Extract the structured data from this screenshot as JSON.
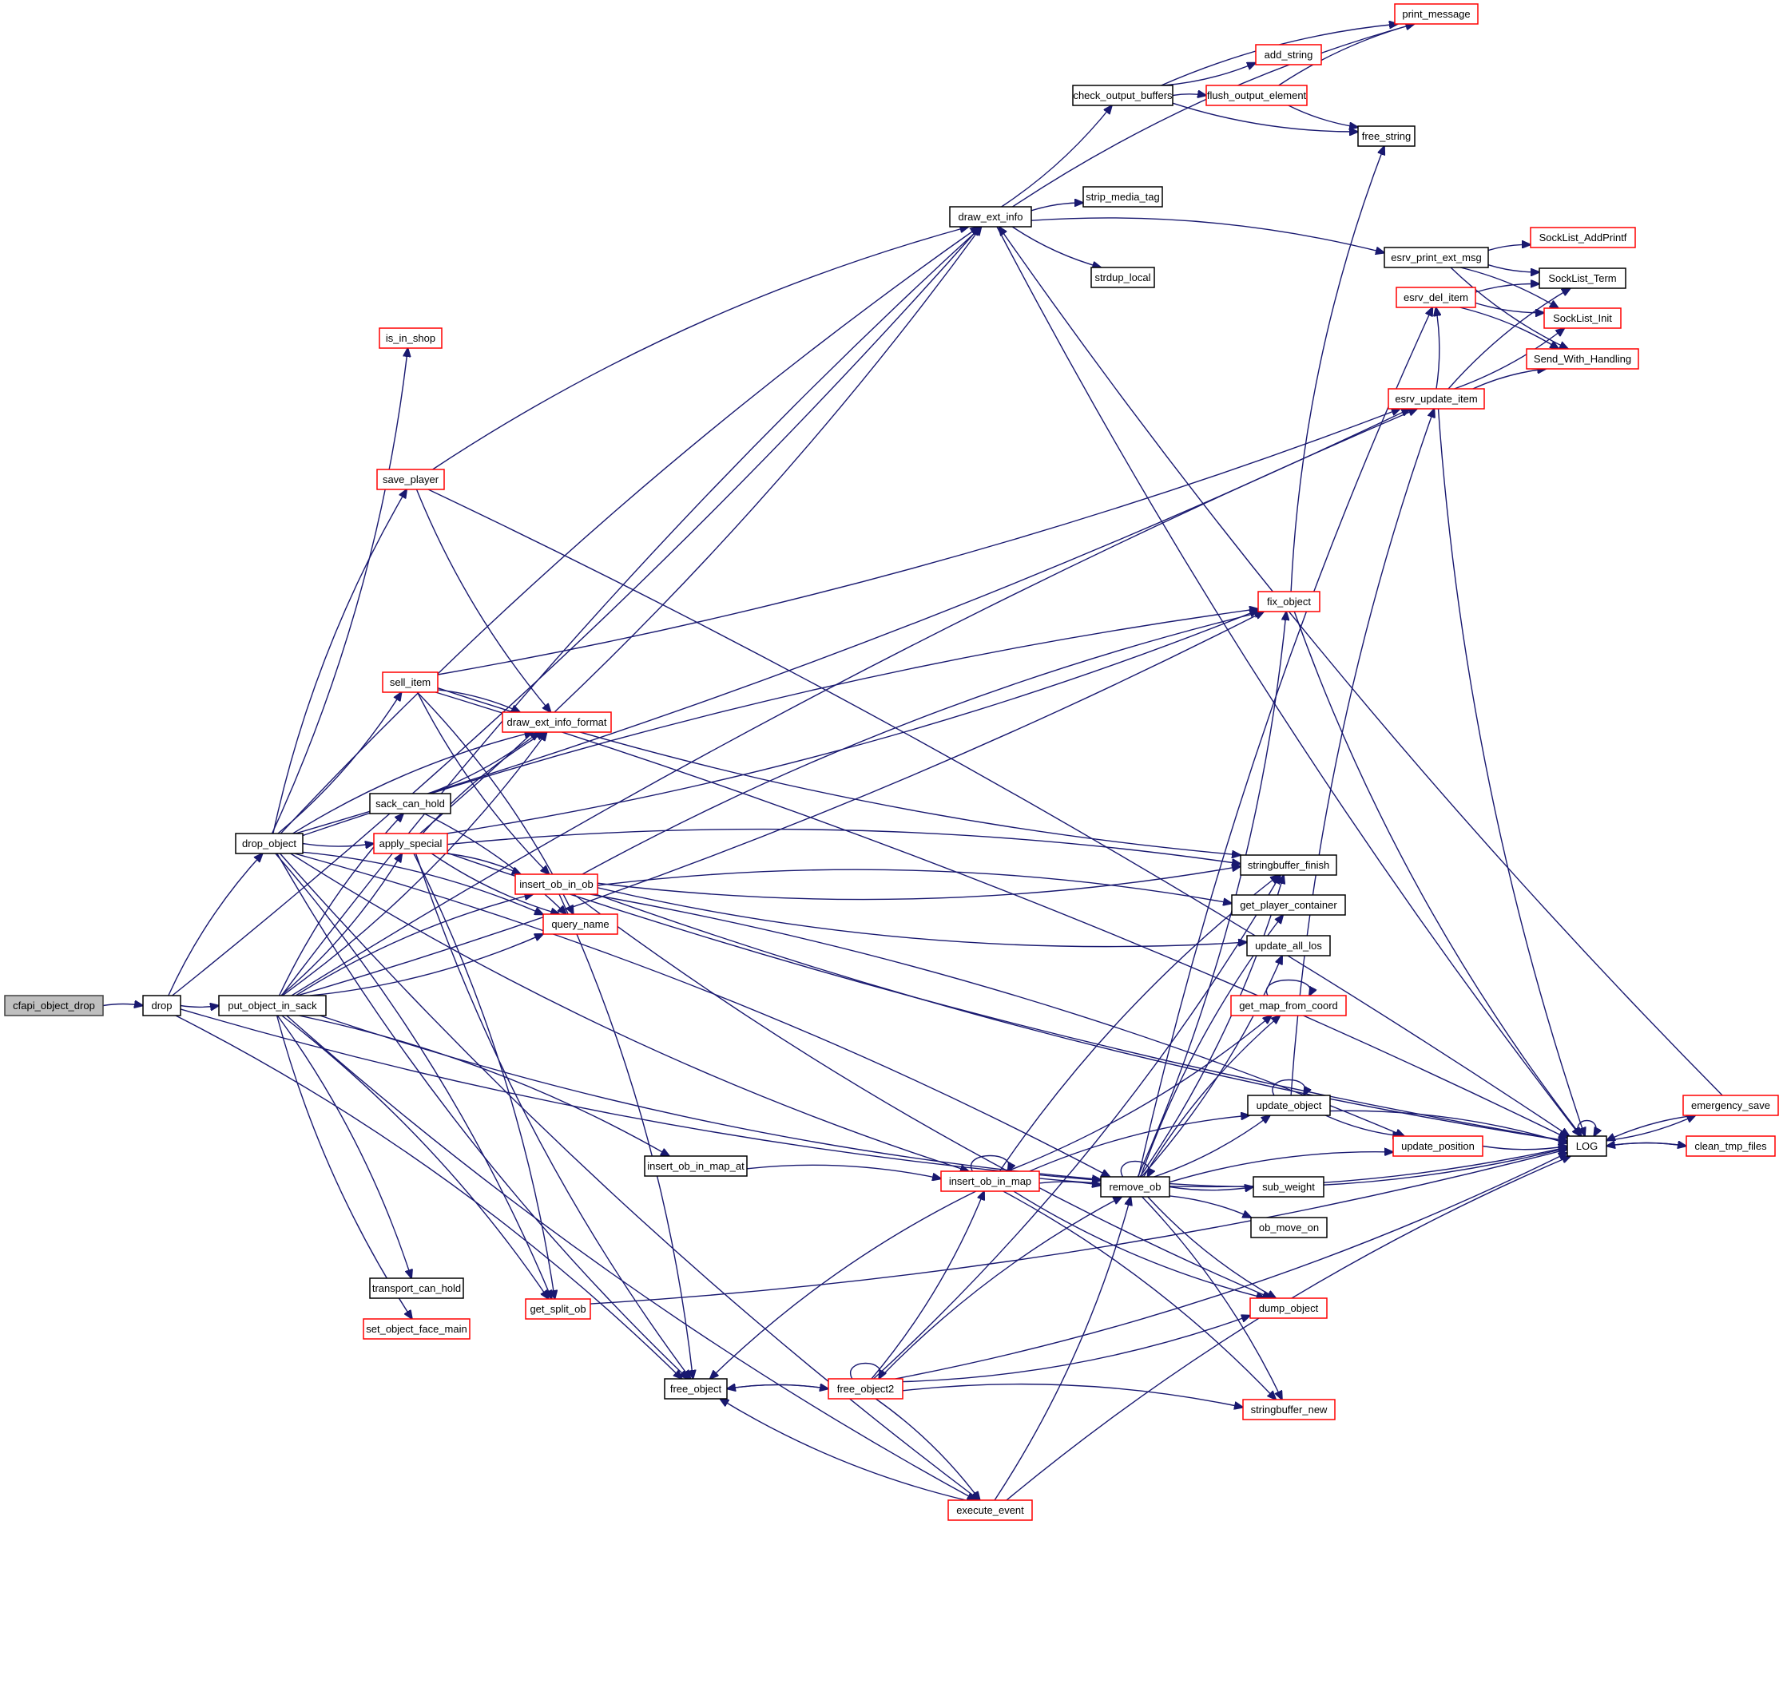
{
  "diagram": {
    "type": "call-graph",
    "colors": {
      "edge": "#191970",
      "node_border": "#000000",
      "truncated_border": "#ff0000",
      "root_fill": "#bfbfbf",
      "background": "#ffffff"
    },
    "nodes": [
      {
        "id": "cfapi_object_drop",
        "label": "cfapi_object_drop",
        "style": "root"
      },
      {
        "id": "drop",
        "label": "drop",
        "style": "normal"
      },
      {
        "id": "put_object_in_sack",
        "label": "put_object_in_sack",
        "style": "normal"
      },
      {
        "id": "drop_object",
        "label": "drop_object",
        "style": "normal"
      },
      {
        "id": "is_in_shop",
        "label": "is_in_shop",
        "style": "truncated"
      },
      {
        "id": "save_player",
        "label": "save_player",
        "style": "truncated"
      },
      {
        "id": "sell_item",
        "label": "sell_item",
        "style": "truncated"
      },
      {
        "id": "draw_ext_info_format",
        "label": "draw_ext_info_format",
        "style": "truncated"
      },
      {
        "id": "sack_can_hold",
        "label": "sack_can_hold",
        "style": "normal"
      },
      {
        "id": "apply_special",
        "label": "apply_special",
        "style": "truncated"
      },
      {
        "id": "insert_ob_in_ob",
        "label": "insert_ob_in_ob",
        "style": "truncated"
      },
      {
        "id": "query_name",
        "label": "query_name",
        "style": "truncated"
      },
      {
        "id": "insert_ob_in_map_at",
        "label": "insert_ob_in_map_at",
        "style": "normal"
      },
      {
        "id": "transport_can_hold",
        "label": "transport_can_hold",
        "style": "normal"
      },
      {
        "id": "set_object_face_main",
        "label": "set_object_face_main",
        "style": "truncated"
      },
      {
        "id": "get_split_ob",
        "label": "get_split_ob",
        "style": "truncated"
      },
      {
        "id": "free_object",
        "label": "free_object",
        "style": "normal"
      },
      {
        "id": "free_object2",
        "label": "free_object2",
        "style": "truncated"
      },
      {
        "id": "execute_event",
        "label": "execute_event",
        "style": "truncated"
      },
      {
        "id": "insert_ob_in_map",
        "label": "insert_ob_in_map",
        "style": "truncated"
      },
      {
        "id": "remove_ob",
        "label": "remove_ob",
        "style": "normal"
      },
      {
        "id": "draw_ext_info",
        "label": "draw_ext_info",
        "style": "normal"
      },
      {
        "id": "check_output_buffers",
        "label": "check_output_buffers",
        "style": "normal"
      },
      {
        "id": "print_message",
        "label": "print_message",
        "style": "truncated"
      },
      {
        "id": "add_string",
        "label": "add_string",
        "style": "truncated"
      },
      {
        "id": "flush_output_element",
        "label": "flush_output_element",
        "style": "truncated"
      },
      {
        "id": "free_string",
        "label": "free_string",
        "style": "normal"
      },
      {
        "id": "strip_media_tag",
        "label": "strip_media_tag",
        "style": "normal"
      },
      {
        "id": "strdup_local",
        "label": "strdup_local",
        "style": "normal"
      },
      {
        "id": "esrv_print_ext_msg",
        "label": "esrv_print_ext_msg",
        "style": "normal"
      },
      {
        "id": "esrv_del_item",
        "label": "esrv_del_item",
        "style": "truncated"
      },
      {
        "id": "esrv_update_item",
        "label": "esrv_update_item",
        "style": "truncated"
      },
      {
        "id": "SockList_AddPrintf",
        "label": "SockList_AddPrintf",
        "style": "truncated"
      },
      {
        "id": "SockList_Term",
        "label": "SockList_Term",
        "style": "normal"
      },
      {
        "id": "SockList_Init",
        "label": "SockList_Init",
        "style": "truncated"
      },
      {
        "id": "Send_With_Handling",
        "label": "Send_With_Handling",
        "style": "truncated"
      },
      {
        "id": "fix_object",
        "label": "fix_object",
        "style": "truncated"
      },
      {
        "id": "stringbuffer_finish",
        "label": "stringbuffer_finish",
        "style": "normal"
      },
      {
        "id": "get_player_container",
        "label": "get_player_container",
        "style": "normal"
      },
      {
        "id": "update_all_los",
        "label": "update_all_los",
        "style": "normal"
      },
      {
        "id": "get_map_from_coord",
        "label": "get_map_from_coord",
        "style": "truncated"
      },
      {
        "id": "update_object",
        "label": "update_object",
        "style": "normal"
      },
      {
        "id": "update_position",
        "label": "update_position",
        "style": "truncated"
      },
      {
        "id": "sub_weight",
        "label": "sub_weight",
        "style": "normal"
      },
      {
        "id": "ob_move_on",
        "label": "ob_move_on",
        "style": "normal"
      },
      {
        "id": "dump_object",
        "label": "dump_object",
        "style": "truncated"
      },
      {
        "id": "stringbuffer_new",
        "label": "stringbuffer_new",
        "style": "truncated"
      },
      {
        "id": "LOG",
        "label": "LOG",
        "style": "normal"
      },
      {
        "id": "emergency_save",
        "label": "emergency_save",
        "style": "truncated"
      },
      {
        "id": "clean_tmp_files",
        "label": "clean_tmp_files",
        "style": "truncated"
      }
    ],
    "edges": [
      [
        "cfapi_object_drop",
        "drop"
      ],
      [
        "drop",
        "put_object_in_sack"
      ],
      [
        "drop",
        "drop_object"
      ],
      [
        "drop",
        "draw_ext_info"
      ],
      [
        "drop",
        "free_object"
      ],
      [
        "drop",
        "remove_ob"
      ],
      [
        "put_object_in_sack",
        "draw_ext_info"
      ],
      [
        "put_object_in_sack",
        "fix_object"
      ],
      [
        "put_object_in_sack",
        "esrv_update_item"
      ],
      [
        "put_object_in_sack",
        "draw_ext_info_format"
      ],
      [
        "put_object_in_sack",
        "sack_can_hold"
      ],
      [
        "put_object_in_sack",
        "apply_special"
      ],
      [
        "put_object_in_sack",
        "insert_ob_in_ob"
      ],
      [
        "put_object_in_sack",
        "query_name"
      ],
      [
        "put_object_in_sack",
        "insert_ob_in_map_at"
      ],
      [
        "put_object_in_sack",
        "remove_ob"
      ],
      [
        "put_object_in_sack",
        "transport_can_hold"
      ],
      [
        "put_object_in_sack",
        "set_object_face_main"
      ],
      [
        "put_object_in_sack",
        "get_split_ob"
      ],
      [
        "put_object_in_sack",
        "execute_event"
      ],
      [
        "drop_object",
        "draw_ext_info"
      ],
      [
        "drop_object",
        "is_in_shop"
      ],
      [
        "drop_object",
        "save_player"
      ],
      [
        "drop_object",
        "sell_item"
      ],
      [
        "drop_object",
        "draw_ext_info_format"
      ],
      [
        "drop_object",
        "apply_special"
      ],
      [
        "drop_object",
        "query_name"
      ],
      [
        "drop_object",
        "esrv_update_item"
      ],
      [
        "drop_object",
        "fix_object"
      ],
      [
        "drop_object",
        "insert_ob_in_map"
      ],
      [
        "drop_object",
        "remove_ob"
      ],
      [
        "drop_object",
        "free_object"
      ],
      [
        "drop_object",
        "get_split_ob"
      ],
      [
        "drop_object",
        "execute_event"
      ],
      [
        "save_player",
        "draw_ext_info"
      ],
      [
        "save_player",
        "draw_ext_info_format"
      ],
      [
        "save_player",
        "LOG"
      ],
      [
        "sell_item",
        "esrv_update_item"
      ],
      [
        "sell_item",
        "draw_ext_info_format"
      ],
      [
        "sell_item",
        "insert_ob_in_ob"
      ],
      [
        "sell_item",
        "query_name"
      ],
      [
        "sell_item",
        "stringbuffer_finish"
      ],
      [
        "sell_item",
        "LOG"
      ],
      [
        "sack_can_hold",
        "draw_ext_info_format"
      ],
      [
        "sack_can_hold",
        "query_name"
      ],
      [
        "apply_special",
        "draw_ext_info"
      ],
      [
        "apply_special",
        "draw_ext_info_format"
      ],
      [
        "apply_special",
        "fix_object"
      ],
      [
        "apply_special",
        "insert_ob_in_ob"
      ],
      [
        "apply_special",
        "query_name"
      ],
      [
        "apply_special",
        "get_split_ob"
      ],
      [
        "apply_special",
        "free_object"
      ],
      [
        "apply_special",
        "stringbuffer_finish"
      ],
      [
        "apply_special",
        "LOG"
      ],
      [
        "insert_ob_in_ob",
        "fix_object"
      ],
      [
        "insert_ob_in_ob",
        "stringbuffer_finish"
      ],
      [
        "insert_ob_in_ob",
        "get_player_container"
      ],
      [
        "insert_ob_in_ob",
        "update_all_los"
      ],
      [
        "insert_ob_in_ob",
        "update_position"
      ],
      [
        "insert_ob_in_ob",
        "dump_object"
      ],
      [
        "insert_ob_in_ob",
        "free_object"
      ],
      [
        "insert_ob_in_ob",
        "LOG"
      ],
      [
        "insert_ob_in_map_at",
        "insert_ob_in_map"
      ],
      [
        "get_split_ob",
        "LOG"
      ],
      [
        "free_object",
        "free_object2"
      ],
      [
        "free_object2",
        "free_object"
      ],
      [
        "free_object2",
        "free_object2"
      ],
      [
        "free_object2",
        "insert_ob_in_map"
      ],
      [
        "free_object2",
        "remove_ob"
      ],
      [
        "free_object2",
        "dump_object"
      ],
      [
        "free_object2",
        "stringbuffer_new"
      ],
      [
        "free_object2",
        "stringbuffer_finish"
      ],
      [
        "free_object2",
        "execute_event"
      ],
      [
        "free_object2",
        "LOG"
      ],
      [
        "execute_event",
        "free_object"
      ],
      [
        "execute_event",
        "remove_ob"
      ],
      [
        "execute_event",
        "LOG"
      ],
      [
        "insert_ob_in_map",
        "insert_ob_in_map"
      ],
      [
        "insert_ob_in_map",
        "remove_ob"
      ],
      [
        "insert_ob_in_map",
        "free_object"
      ],
      [
        "insert_ob_in_map",
        "stringbuffer_finish"
      ],
      [
        "insert_ob_in_map",
        "get_map_from_coord"
      ],
      [
        "insert_ob_in_map",
        "update_object"
      ],
      [
        "insert_ob_in_map",
        "dump_object"
      ],
      [
        "insert_ob_in_map",
        "stringbuffer_new"
      ],
      [
        "insert_ob_in_map",
        "LOG"
      ],
      [
        "remove_ob",
        "remove_ob"
      ],
      [
        "remove_ob",
        "fix_object"
      ],
      [
        "remove_ob",
        "esrv_del_item"
      ],
      [
        "remove_ob",
        "stringbuffer_finish"
      ],
      [
        "remove_ob",
        "get_player_container"
      ],
      [
        "remove_ob",
        "update_all_los"
      ],
      [
        "remove_ob",
        "get_map_from_coord"
      ],
      [
        "remove_ob",
        "update_object"
      ],
      [
        "remove_ob",
        "update_position"
      ],
      [
        "remove_ob",
        "sub_weight"
      ],
      [
        "remove_ob",
        "ob_move_on"
      ],
      [
        "remove_ob",
        "dump_object"
      ],
      [
        "remove_ob",
        "stringbuffer_new"
      ],
      [
        "remove_ob",
        "LOG"
      ],
      [
        "draw_ext_info",
        "print_message"
      ],
      [
        "draw_ext_info",
        "check_output_buffers"
      ],
      [
        "draw_ext_info",
        "strip_media_tag"
      ],
      [
        "draw_ext_info",
        "strdup_local"
      ],
      [
        "draw_ext_info",
        "esrv_print_ext_msg"
      ],
      [
        "draw_ext_info",
        "LOG"
      ],
      [
        "check_output_buffers",
        "print_message"
      ],
      [
        "check_output_buffers",
        "add_string"
      ],
      [
        "check_output_buffers",
        "flush_output_element"
      ],
      [
        "check_output_buffers",
        "free_string"
      ],
      [
        "flush_output_element",
        "print_message"
      ],
      [
        "flush_output_element",
        "free_string"
      ],
      [
        "esrv_print_ext_msg",
        "SockList_AddPrintf"
      ],
      [
        "esrv_print_ext_msg",
        "SockList_Term"
      ],
      [
        "esrv_print_ext_msg",
        "SockList_Init"
      ],
      [
        "esrv_print_ext_msg",
        "Send_With_Handling"
      ],
      [
        "esrv_del_item",
        "SockList_Term"
      ],
      [
        "esrv_del_item",
        "SockList_Init"
      ],
      [
        "esrv_del_item",
        "Send_With_Handling"
      ],
      [
        "esrv_update_item",
        "esrv_del_item"
      ],
      [
        "esrv_update_item",
        "SockList_Term"
      ],
      [
        "esrv_update_item",
        "SockList_Init"
      ],
      [
        "esrv_update_item",
        "Send_With_Handling"
      ],
      [
        "esrv_update_item",
        "LOG"
      ],
      [
        "fix_object",
        "free_string"
      ],
      [
        "fix_object",
        "LOG"
      ],
      [
        "get_map_from_coord",
        "get_map_from_coord"
      ],
      [
        "update_object",
        "update_object"
      ],
      [
        "update_object",
        "esrv_update_item"
      ],
      [
        "update_object",
        "update_position"
      ],
      [
        "update_object",
        "LOG"
      ],
      [
        "update_position",
        "LOG"
      ],
      [
        "LOG",
        "LOG"
      ],
      [
        "LOG",
        "emergency_save"
      ],
      [
        "LOG",
        "clean_tmp_files"
      ],
      [
        "emergency_save",
        "LOG"
      ],
      [
        "emergency_save",
        "draw_ext_info"
      ],
      [
        "clean_tmp_files",
        "LOG"
      ]
    ]
  }
}
